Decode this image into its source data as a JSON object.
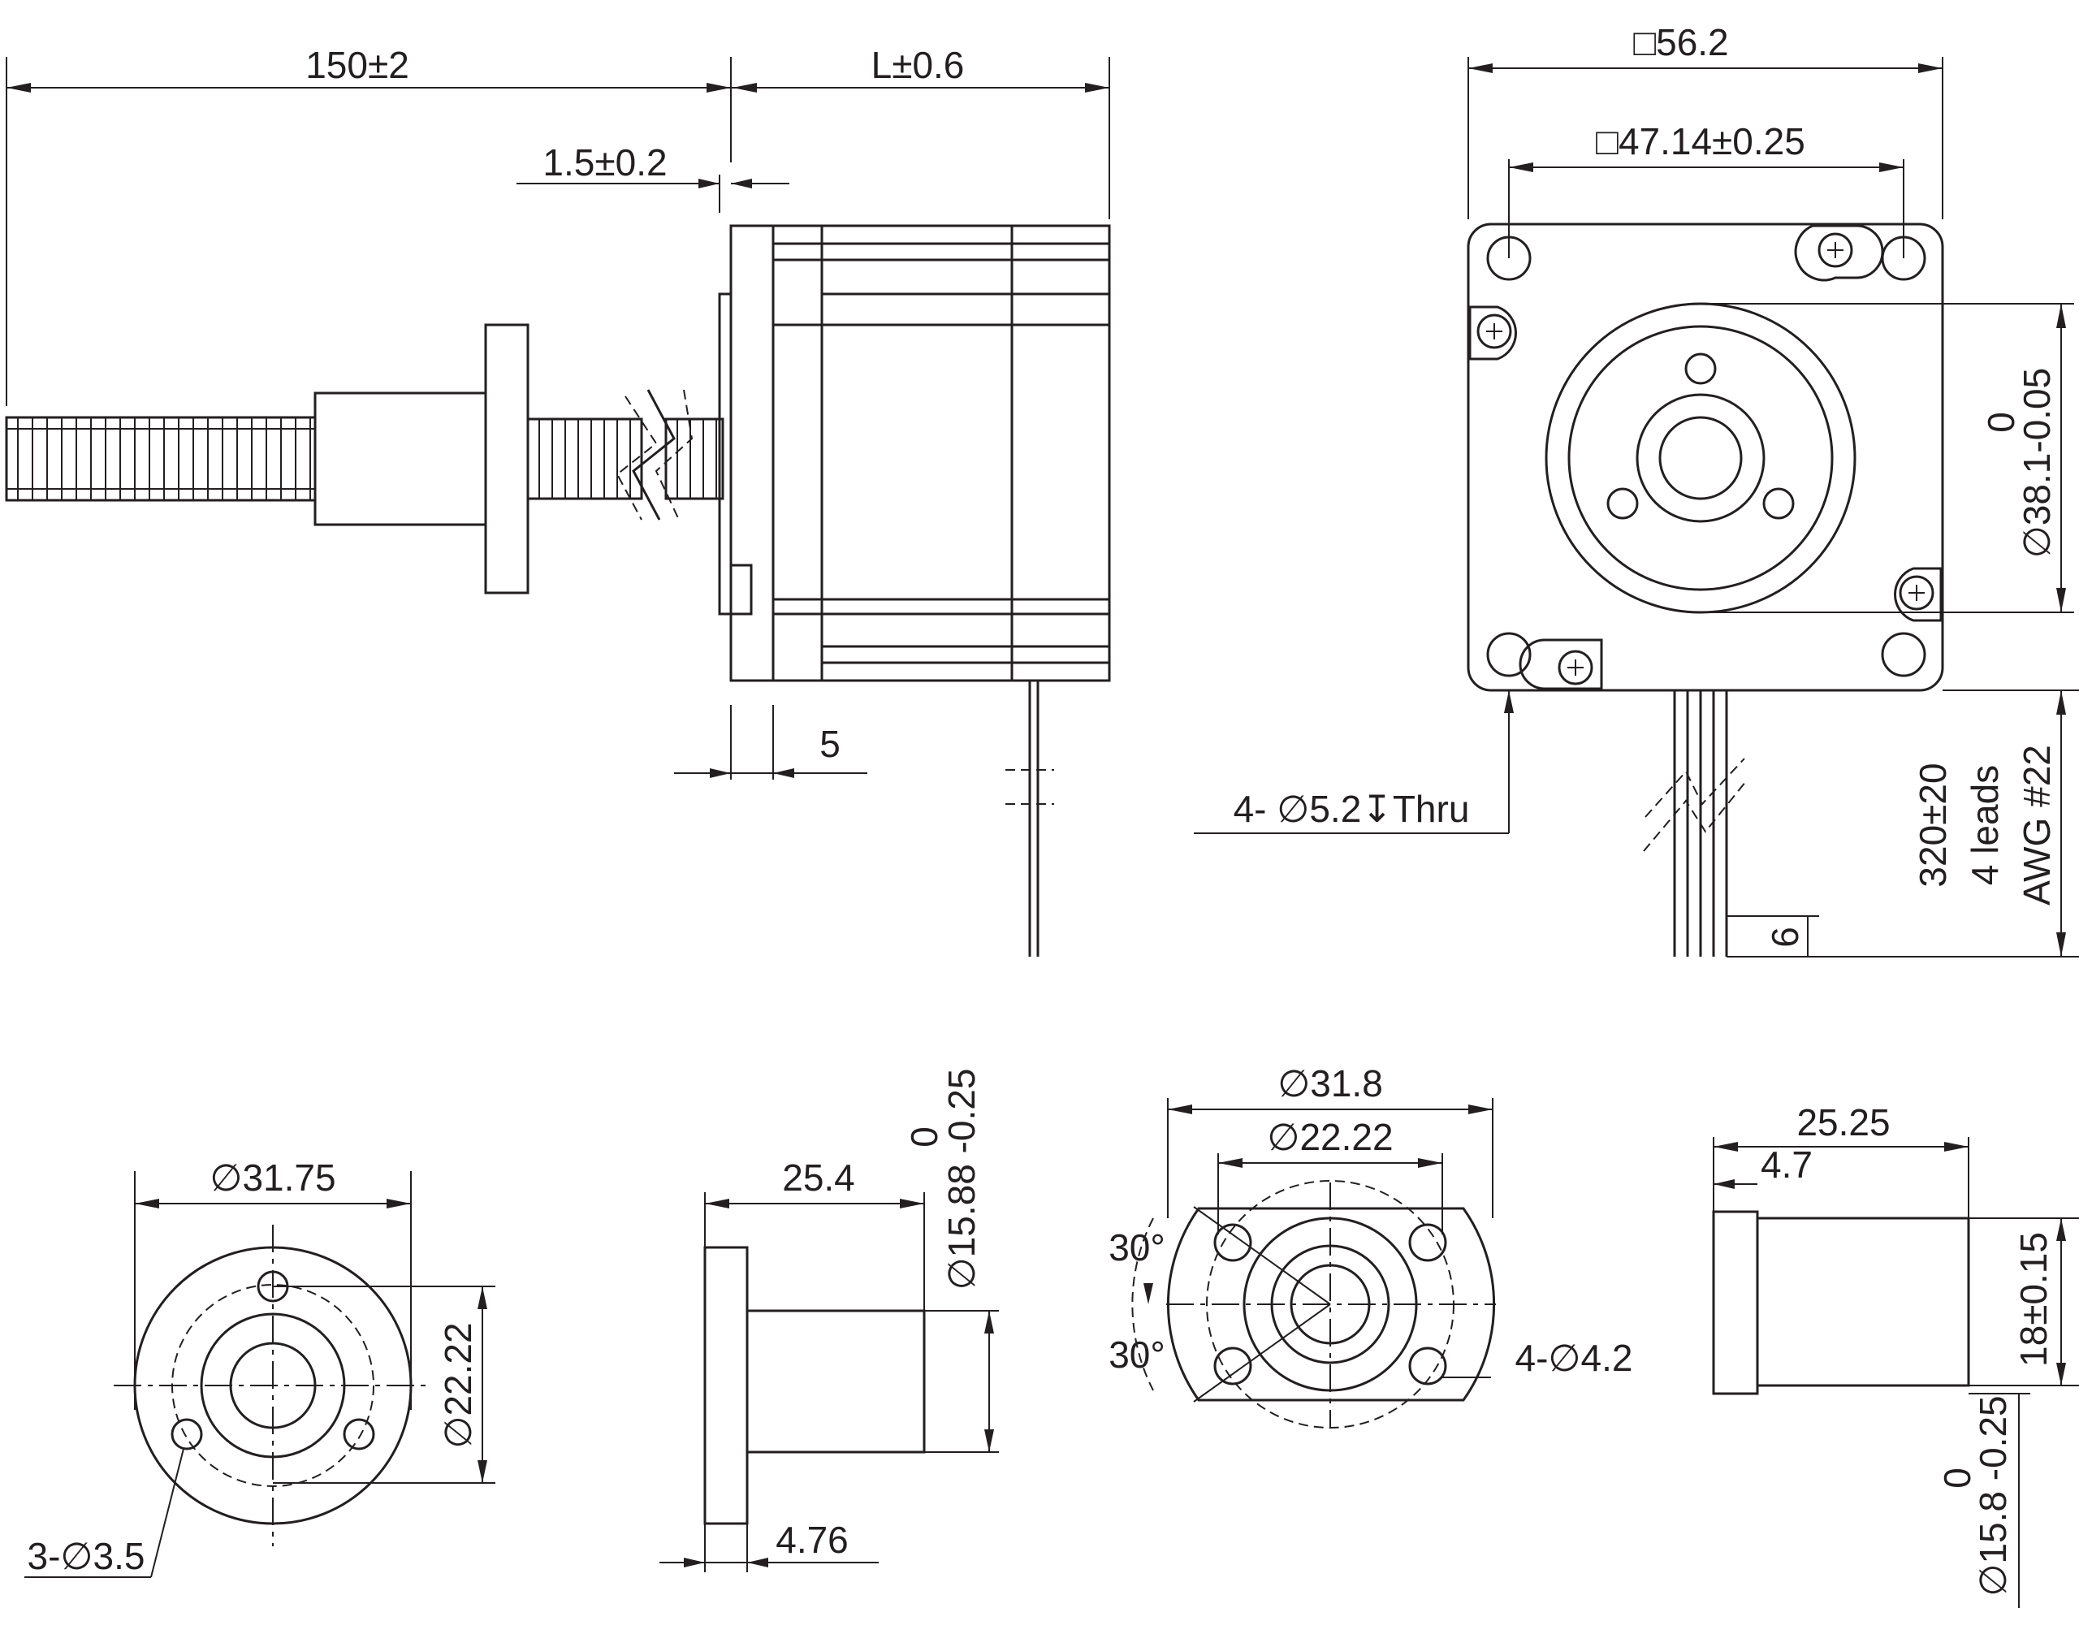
{
  "side_view": {
    "screw_length": "150±2",
    "motor_length": "L±0.6",
    "boss_height": "1.5±0.2",
    "flange_thickness": "5"
  },
  "front_view": {
    "frame_size": "□56.2",
    "hole_spacing": "□47.14±0.25",
    "pilot_tol_upper": "0",
    "pilot_dia": "∅38.1-0.05",
    "mount_holes": "4- ∅5.2↧Thru",
    "lead_length": "320±20",
    "lead_count": "4 leads",
    "lead_gauge": "AWG #22",
    "strip_length": "6"
  },
  "nut_a_front": {
    "outer_dia": "∅31.75",
    "bolt_circle": "∅22.22",
    "holes": "3-∅3.5"
  },
  "nut_a_side": {
    "length": "25.4",
    "tol_upper": "0",
    "body_dia": "∅15.88 -0.25",
    "flange_thk": "4.76"
  },
  "nut_b_front": {
    "outer_dia": "∅31.8",
    "bolt_circle": "∅22.22",
    "angle_top": "30°",
    "angle_bottom": "30°",
    "holes": "4-∅4.2"
  },
  "nut_b_side": {
    "length": "25.25",
    "flange_thk": "4.7",
    "width": "18±0.15",
    "tol_upper": "0",
    "body_dia": "∅15.8 -0.25"
  }
}
